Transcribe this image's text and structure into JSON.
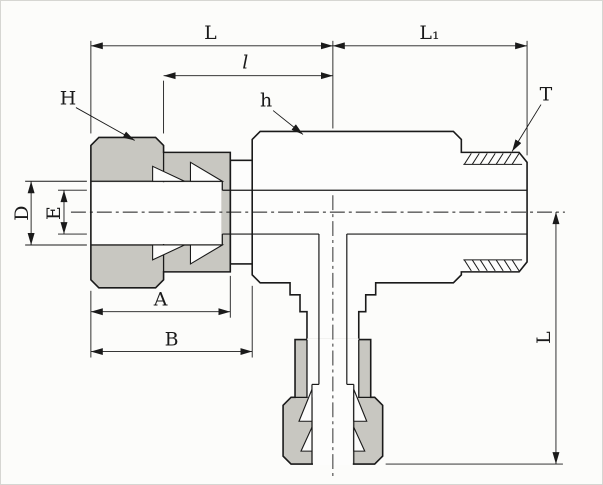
{
  "drawing": {
    "labels": {
      "len_L": "L",
      "len_L1": "L₁",
      "len_l": "l",
      "hex_H": "H",
      "hex_h": "h",
      "thread_T": "T",
      "dia_D": "D",
      "dia_E": "E",
      "len_A": "A",
      "len_B": "B",
      "len_L_branch": "L"
    },
    "colors": {
      "line": "#1a1a1a",
      "nut": "#c8c7c1",
      "body": "#fdfdfc",
      "bg": "#fcfcfa"
    }
  }
}
